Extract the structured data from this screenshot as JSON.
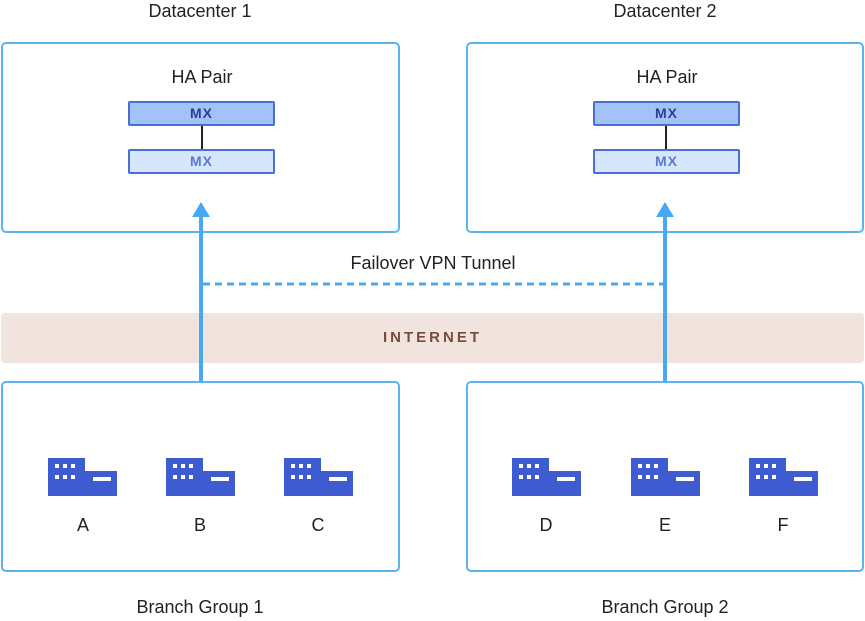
{
  "datacenters": [
    {
      "title": "Datacenter 1",
      "ha_label": "HA Pair",
      "mx_primary": "MX",
      "mx_secondary": "MX"
    },
    {
      "title": "Datacenter 2",
      "ha_label": "HA Pair",
      "mx_primary": "MX",
      "mx_secondary": "MX"
    }
  ],
  "tunnel": {
    "label": "Failover VPN Tunnel"
  },
  "internet": {
    "label": "INTERNET"
  },
  "branch_groups": [
    {
      "title": "Branch Group 1",
      "branches": [
        "A",
        "B",
        "C"
      ]
    },
    {
      "title": "Branch Group 2",
      "branches": [
        "D",
        "E",
        "F"
      ]
    }
  ],
  "icons": {
    "branch": "building-icon",
    "uplink": "arrow-up-icon"
  },
  "colors": {
    "box_border": "#5ab4f0",
    "arrow": "#4aa8f0",
    "building": "#3f5bd0",
    "mx_primary_fill": "#a3c2f7",
    "mx_secondary_fill": "#d6e6fc",
    "internet_fill": "#f1e4df",
    "internet_text": "#7a4a3a"
  }
}
